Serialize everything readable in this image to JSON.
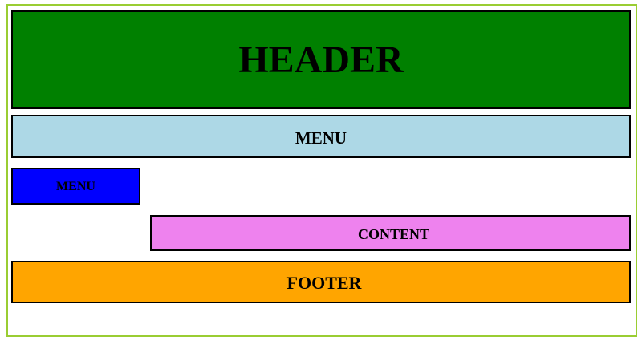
{
  "page": {
    "background_color": "#FFFFFF",
    "frame_border_color": "#9ACD32",
    "block_border_color": "#000000",
    "text_color": "#000000"
  },
  "sections": {
    "header": {
      "label": "HEADER",
      "background": "#008000"
    },
    "menu": {
      "label": "MENU",
      "background": "#ADD8E6"
    },
    "submenu": {
      "label": "MENU",
      "background": "#0000FF"
    },
    "content": {
      "label": "CONTENT",
      "background": "#EE82EE"
    },
    "footer": {
      "label": "FOOTER",
      "background": "#FFA500"
    }
  }
}
